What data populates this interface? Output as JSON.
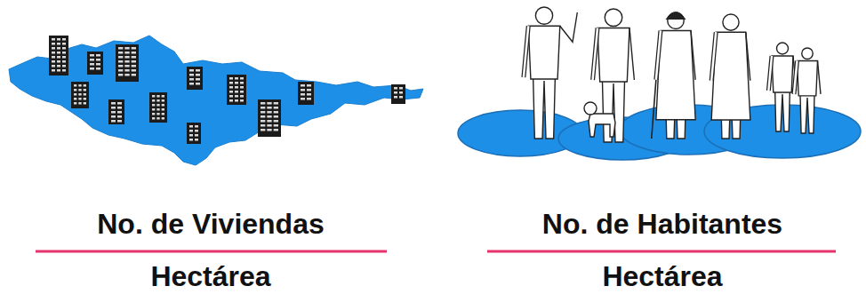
{
  "diagram": {
    "labels": [
      "No. de Viviendas",
      "Hectárea",
      "No. de Habitantes",
      "Hectárea"
    ]
  }
}
